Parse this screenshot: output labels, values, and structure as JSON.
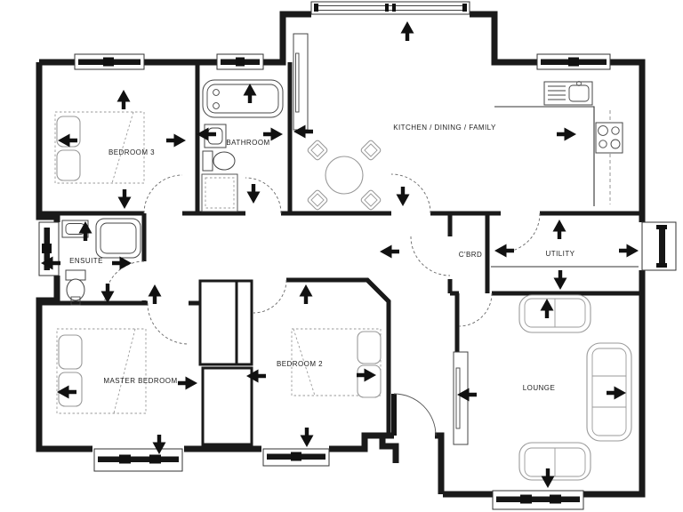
{
  "plan": {
    "title": "bungalow-floor-plan",
    "rooms": {
      "bedroom3": "BEDROOM 3",
      "bathroom": "BATHROOM",
      "kitchen": "KITCHEN / DINING / FAMILY",
      "ensuite": "ENSUITE",
      "cupboard": "C'BRD",
      "utility": "UTILITY",
      "master": "MASTER BEDROOM",
      "bedroom2": "BEDROOM 2",
      "lounge": "LOUNGE"
    },
    "colors": {
      "wall": "#1a1a1a",
      "furniture": "#999999",
      "fixture": "#444444",
      "arrow": "#111111",
      "paper": "#ffffff"
    }
  }
}
